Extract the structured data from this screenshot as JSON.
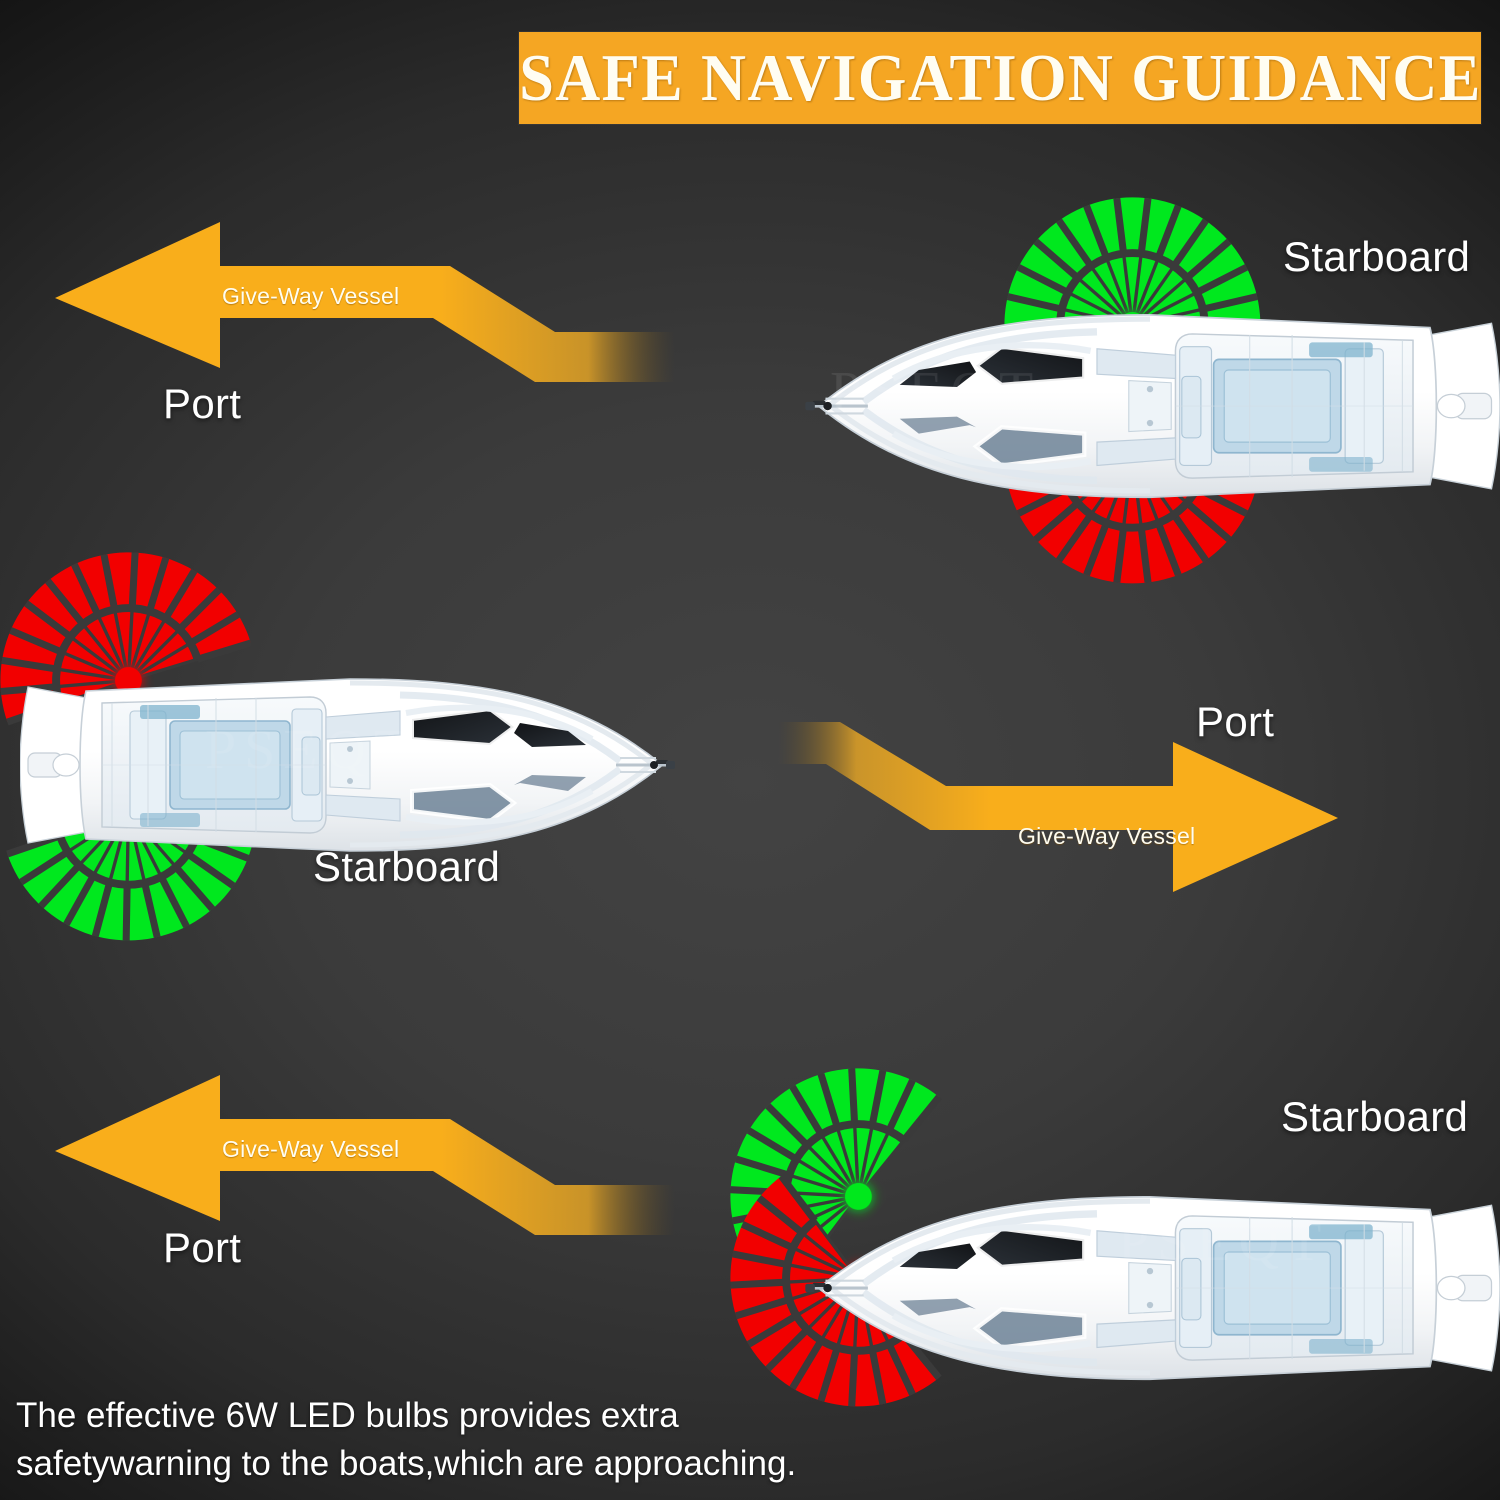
{
  "title": "SAFE NAVIGATION GUIDANCE",
  "colors": {
    "banner": "#f5a623",
    "arrow": "#f9ae1b",
    "green_light": "#00e81e",
    "red_light": "#f20000",
    "fan_divider": "#3a3a3a",
    "background_center": "#434343",
    "background_edge": "#000000",
    "label_text": "#ffffff"
  },
  "watermark": "PSEQT",
  "scenes": [
    {
      "id": "top",
      "arrow": {
        "label": "Give-Way Vessel",
        "direction": "left"
      },
      "port_label": "Port",
      "starboard_label": "Starboard",
      "boat": {
        "heading": "left",
        "lights": [
          "green",
          "red"
        ]
      }
    },
    {
      "id": "middle",
      "arrow": {
        "label": "Give-Way Vessel",
        "direction": "right"
      },
      "port_label": "Port",
      "starboard_label": "Starboard",
      "boat": {
        "heading": "right",
        "lights": [
          "red",
          "green"
        ]
      }
    },
    {
      "id": "bottom",
      "arrow": {
        "label": "Give-Way Vessel",
        "direction": "left"
      },
      "port_label": "Port",
      "starboard_label": "Starboard",
      "boat": {
        "heading": "left",
        "lights": [
          "green",
          "red"
        ]
      }
    }
  ],
  "caption": {
    "line1": "The effective 6W LED bulbs provides extra",
    "line2": "safetywarning to the boats,which are approaching."
  }
}
